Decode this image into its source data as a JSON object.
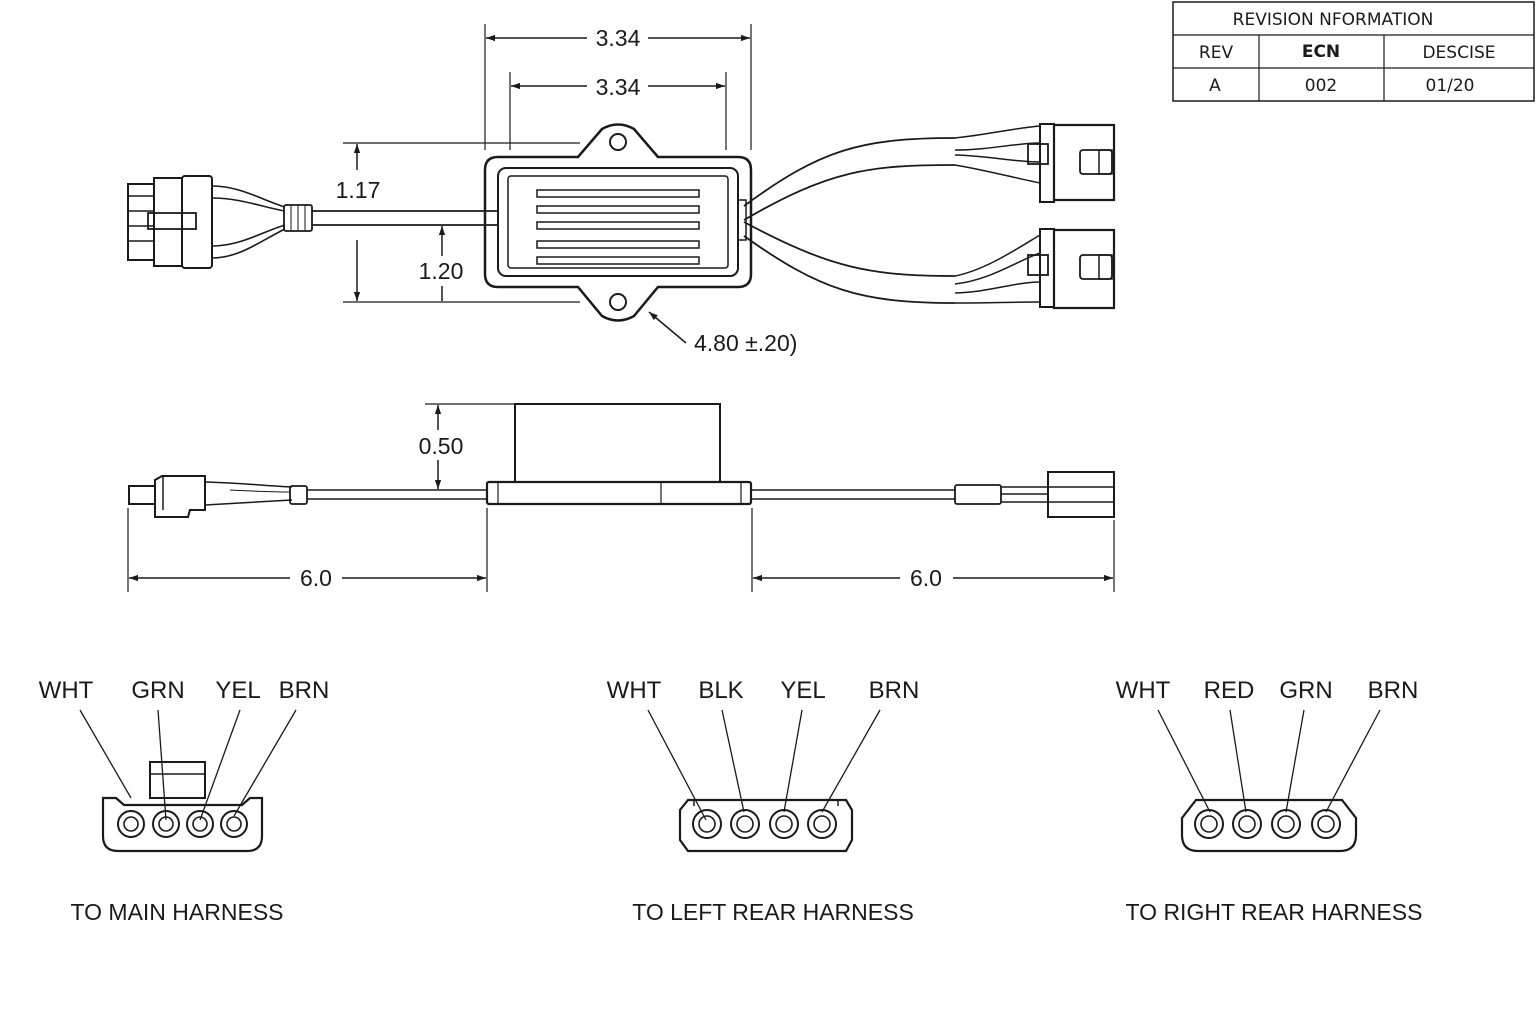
{
  "revision_table": {
    "title": "REVISION NFORMATION",
    "headers": [
      "REV",
      "ECN",
      "DESCISE"
    ],
    "row": [
      "A",
      "002",
      "01/20"
    ]
  },
  "top_view": {
    "dim_width_outer": "3.34",
    "dim_width_inner": "3.34",
    "dim_height_upper": "1.17",
    "dim_height_lower": "1.20",
    "dim_callout": "4.80 ±.20)"
  },
  "side_view": {
    "dim_height": "0.50",
    "dim_lead_left": "6.0",
    "dim_lead_right": "6.0"
  },
  "connectors": [
    {
      "wires": [
        "WHT",
        "GRN",
        "YEL",
        "BRN"
      ],
      "caption": "TO MAIN HARNESS"
    },
    {
      "wires": [
        "WHT",
        "BLK",
        "YEL",
        "BRN"
      ],
      "caption": "TO LEFT REAR HARNESS"
    },
    {
      "wires": [
        "WHT",
        "RED",
        "GRN",
        "BRN"
      ],
      "caption": "TO RIGHT REAR HARNESS"
    }
  ]
}
